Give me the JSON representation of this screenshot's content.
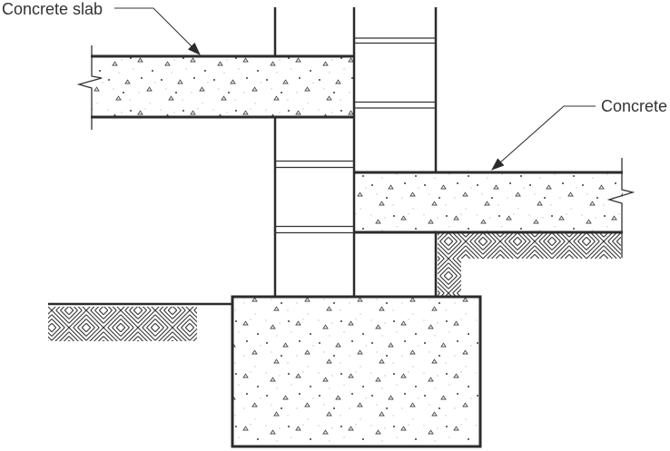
{
  "drawing": {
    "type": "construction-detail-section",
    "labels": {
      "concrete_slab": "Concrete slab",
      "concrete": "Concrete"
    },
    "colors": {
      "line": "#2b2b2b",
      "thin_line": "#333333",
      "text": "#333333",
      "background": "#ffffff",
      "stipple_speck": "#4a4a4a",
      "faint_speck": "#c4c4c4"
    }
  }
}
